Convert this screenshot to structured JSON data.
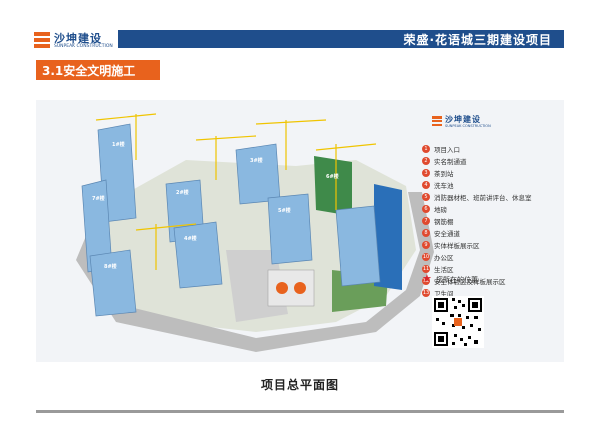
{
  "header": {
    "logo_cn": "沙坤建设",
    "logo_en": "SUNPEAK CONSTRUCTION",
    "project_title": "荣盛·花语城三期建设项目"
  },
  "section": {
    "title": "3.1安全文明施工"
  },
  "site_map": {
    "logo_cn": "沙坤建设",
    "logo_en": "SUNPEAK CONSTRUCTION",
    "buildings": [
      "1#楼",
      "2#楼",
      "3#楼",
      "4#楼",
      "5#楼",
      "6#楼",
      "7#楼",
      "8#楼"
    ],
    "legend": [
      {
        "num": "1",
        "label": "项目入口"
      },
      {
        "num": "2",
        "label": "实名制通道"
      },
      {
        "num": "3",
        "label": "茶到站"
      },
      {
        "num": "4",
        "label": "洗车池"
      },
      {
        "num": "5",
        "label": "消防器材柜、班前讲评台、休息室"
      },
      {
        "num": "6",
        "label": "地磅"
      },
      {
        "num": "7",
        "label": "钢筋棚"
      },
      {
        "num": "8",
        "label": "安全通道"
      },
      {
        "num": "9",
        "label": "实体样板展示区"
      },
      {
        "num": "10",
        "label": "办公区"
      },
      {
        "num": "11",
        "label": "生活区"
      },
      {
        "num": "12",
        "label": "安全体验区及样板展示区"
      },
      {
        "num": "13",
        "label": "卫生间"
      }
    ],
    "you_are_here": "您所在的位置",
    "colors": {
      "building": "#8ab8e0",
      "green": "#3f8a4a",
      "road": "#b9b9b9",
      "orange": "#e8621d",
      "blue": "#1f4e8c"
    }
  },
  "caption": "项目总平面图"
}
